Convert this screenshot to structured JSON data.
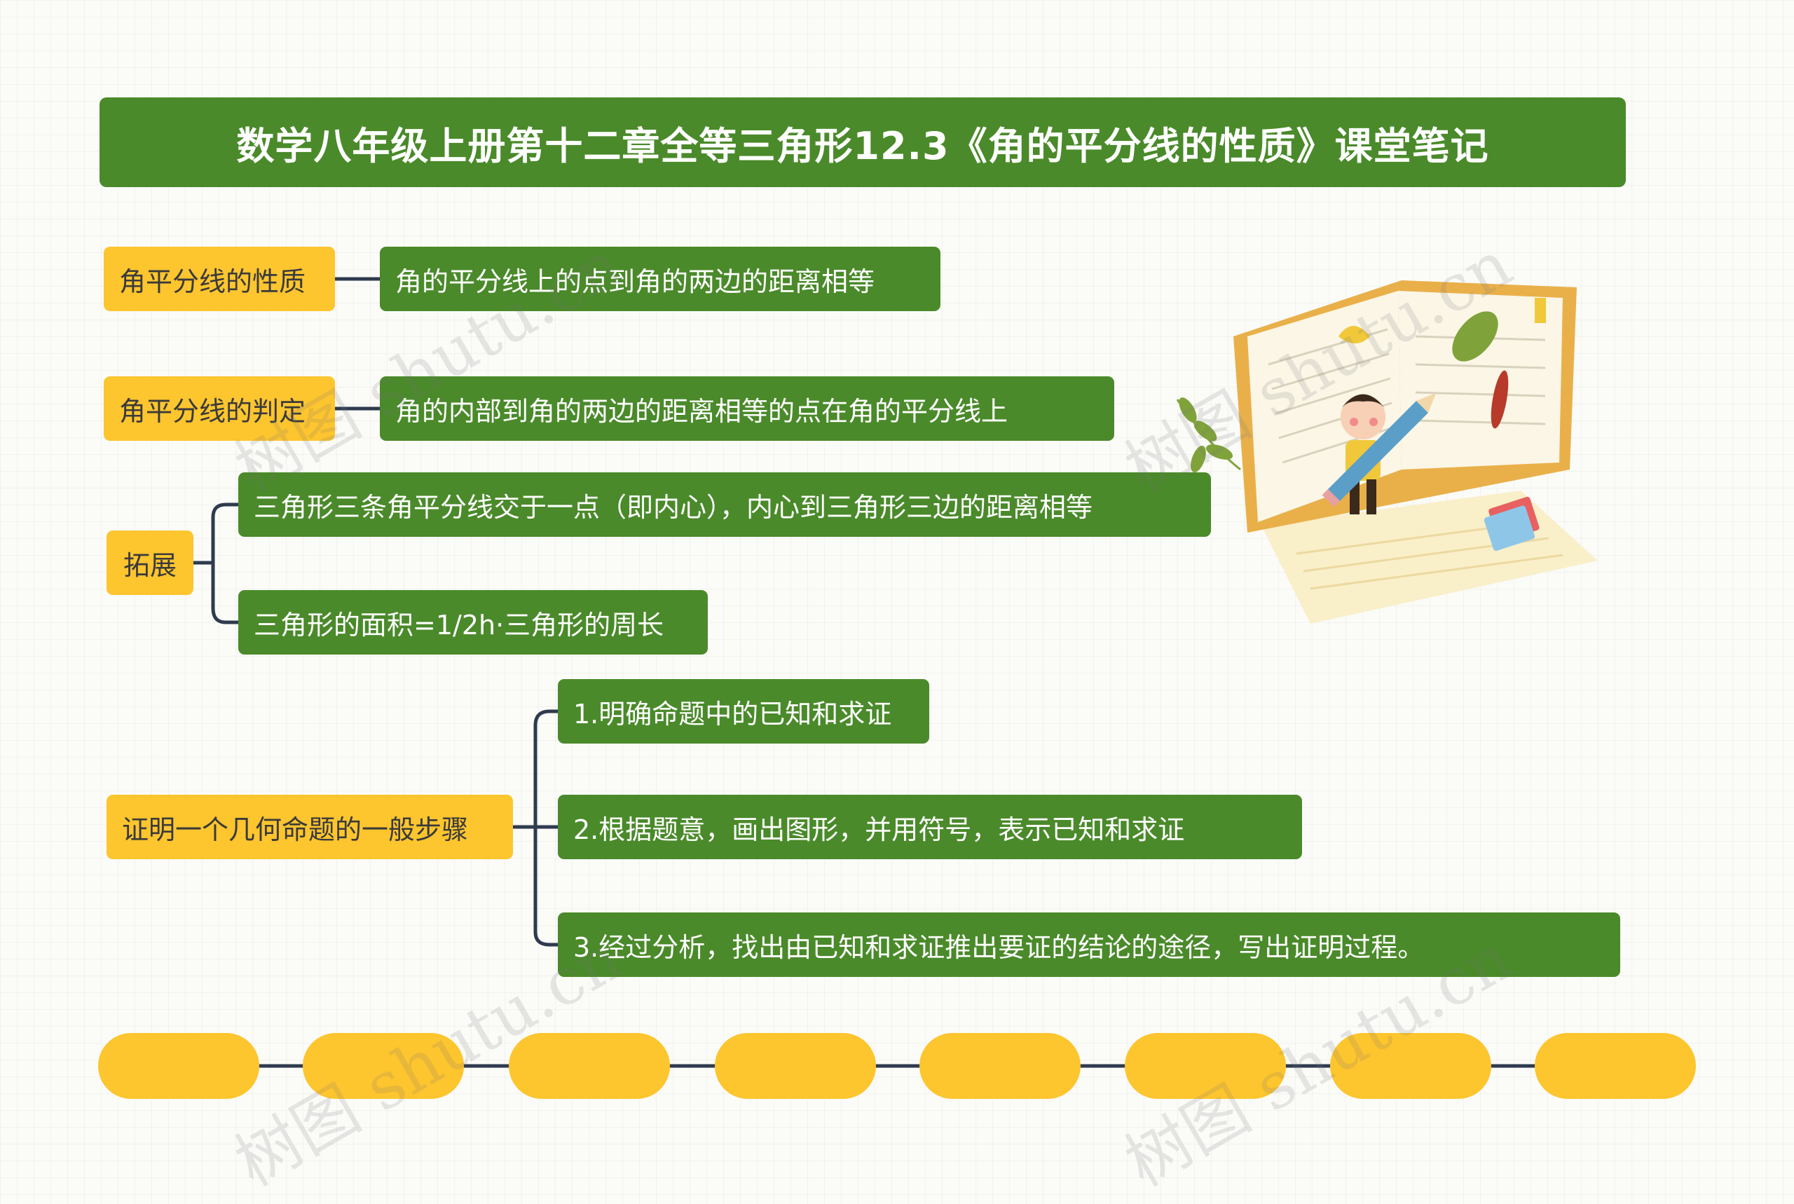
{
  "title": "数学八年级上册第十二章全等三角形12.3《角的平分线的性质》课堂笔记",
  "branches": [
    {
      "label": "角平分线的性质",
      "children": [
        "角的平分线上的点到角的两边的距离相等"
      ]
    },
    {
      "label": "角平分线的判定",
      "children": [
        "角的内部到角的两边的距离相等的点在角的平分线上"
      ]
    },
    {
      "label": "拓展",
      "children": [
        "三角形三条角平分线交于一点（即内心），内心到三角形三边的距离相等",
        "三角形的面积=1/2h·三角形的周长"
      ]
    },
    {
      "label": "证明一个几何命题的一般步骤",
      "children": [
        "1.明确命题中的已知和求证",
        "2.根据题意，画出图形，并用符号，表示已知和求证",
        "3.经过分析，找出由已知和求证推出要证的结论的途径，写出证明过程。"
      ]
    }
  ],
  "watermark": "树图 shutu.cn",
  "colors": {
    "title_bg": "#4a8a2a",
    "leaf_bg": "#4a8a2a",
    "category_bg": "#fdc52e",
    "connector": "#2e3b4e"
  },
  "illustration_icon": "open-book-with-child-and-pencil-icon"
}
